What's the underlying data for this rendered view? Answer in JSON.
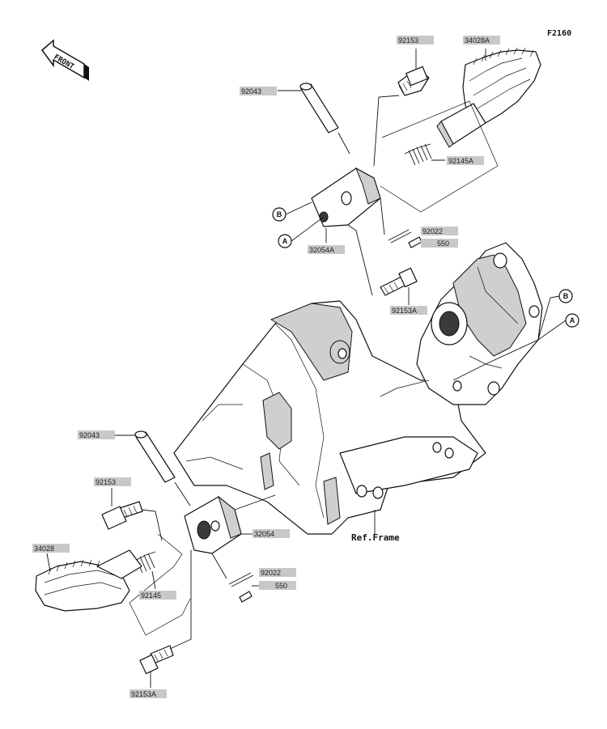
{
  "diagram_code": "F2160",
  "front_label": "FRONT",
  "ref_frame": "Ref.Frame",
  "callouts": {
    "c92153_top": "92153",
    "c34028A": "34028A",
    "c92043_top": "92043",
    "c92145A": "92145A",
    "c92022_top": "92022",
    "c550_top": "550",
    "c32054A": "32054A",
    "c92153A_top": "92153A",
    "c92043_bot": "92043",
    "c92153_bot": "92153",
    "c32054": "32054",
    "c34028": "34028",
    "c92145": "92145",
    "c92022_bot": "92022",
    "c550_bot": "550",
    "c92153A_bot": "92153A"
  },
  "markers": {
    "b_left": "B",
    "a_left": "A",
    "b_right": "B",
    "a_right": "A"
  }
}
